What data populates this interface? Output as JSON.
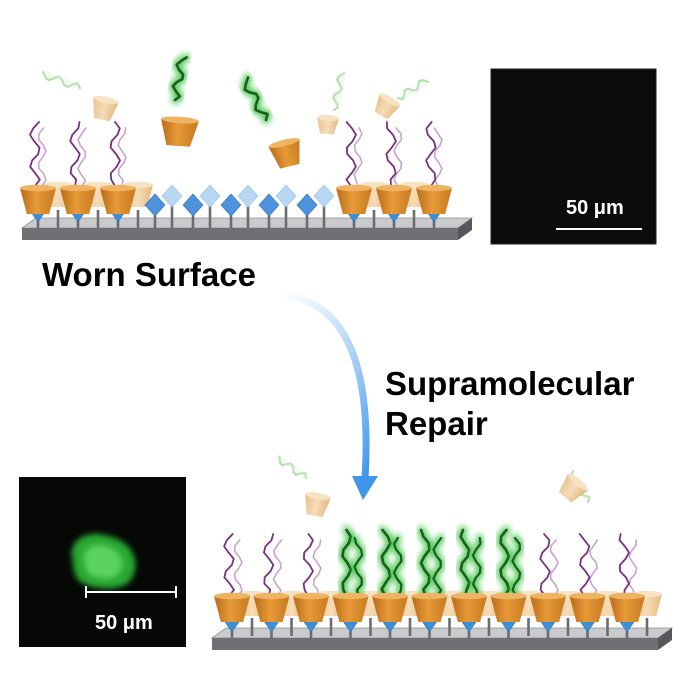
{
  "labels": {
    "worn_surface": "Worn Surface",
    "repair_line1": "Supramolecular",
    "repair_line2": "Repair"
  },
  "panels": {
    "top_right_scale": "50 μm",
    "bottom_left_scale": "50 μm"
  },
  "colors": {
    "host_cup": "#d98a28",
    "host_cup_light": "#f2cf9f",
    "anchor_blue": "#3f8fd6",
    "diamond_blue": "#4f92dc",
    "diamond_light": "#b8d7f2",
    "polymer_purple": "#7a2f82",
    "polymer_light": "#c9a3cf",
    "polymer_green": "#1b5e20",
    "glow_green": "#34c23a",
    "substrate_top": "#c9cbcd",
    "substrate_front": "#6e7073",
    "arrow_blue": "#4aa3f0"
  },
  "icons": {
    "flow_arrow": "curved-arrow-icon"
  }
}
